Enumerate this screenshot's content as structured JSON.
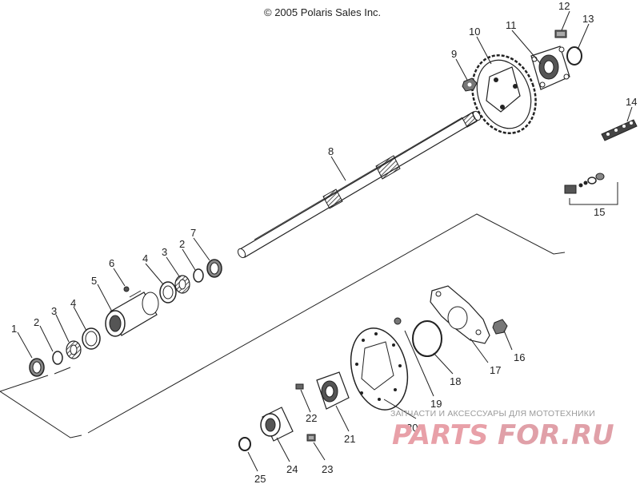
{
  "copyright": "© 2005 Polaris Sales Inc.",
  "callouts": {
    "c1": "1",
    "c2a": "2",
    "c2b": "2",
    "c3a": "3",
    "c3b": "3",
    "c4a": "4",
    "c4b": "4",
    "c5": "5",
    "c6": "6",
    "c7": "7",
    "c8": "8",
    "c9": "9",
    "c10": "10",
    "c11": "11",
    "c12": "12",
    "c13": "13",
    "c14": "14",
    "c15": "15",
    "c16": "16",
    "c17": "17",
    "c18": "18",
    "c19": "19",
    "c20": "20",
    "c21": "21",
    "c22": "22",
    "c23": "23",
    "c24": "24",
    "c25": "25"
  },
  "watermark": {
    "tagline": "ЗАПЧАСТИ И АКСЕССУАРЫ ДЛЯ МОТОТЕХНИКИ",
    "logo_left": "PARTS",
    "logo_right": "FOR.RU",
    "primary_color": "#e8a0a8",
    "secondary_color": "#e0a0a8"
  }
}
